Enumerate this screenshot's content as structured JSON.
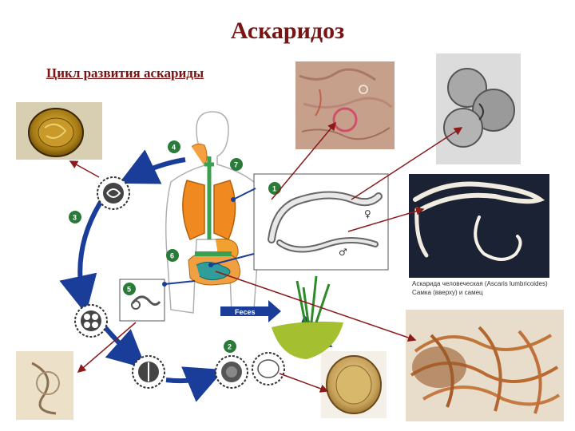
{
  "slide": {
    "title": "Аскаридоз",
    "subtitle": "Цикл развития аскариды"
  },
  "diagram": {
    "stage_numbers": [
      "1",
      "2",
      "3",
      "4",
      "5",
      "6",
      "7"
    ],
    "feces_label": "Feces",
    "female_symbol": "♀",
    "male_symbol": "♂"
  },
  "photo_caption": {
    "line1": "Аскарида человеческая (Ascaris lumbricoides)",
    "line2": "Самка (вверху) и самец"
  },
  "colors": {
    "title": "#7a1414",
    "cycle_arrow": "#1a3d9a",
    "connector_arrow": "#8b1a1a",
    "stage_badge": "#2a7a3a"
  }
}
